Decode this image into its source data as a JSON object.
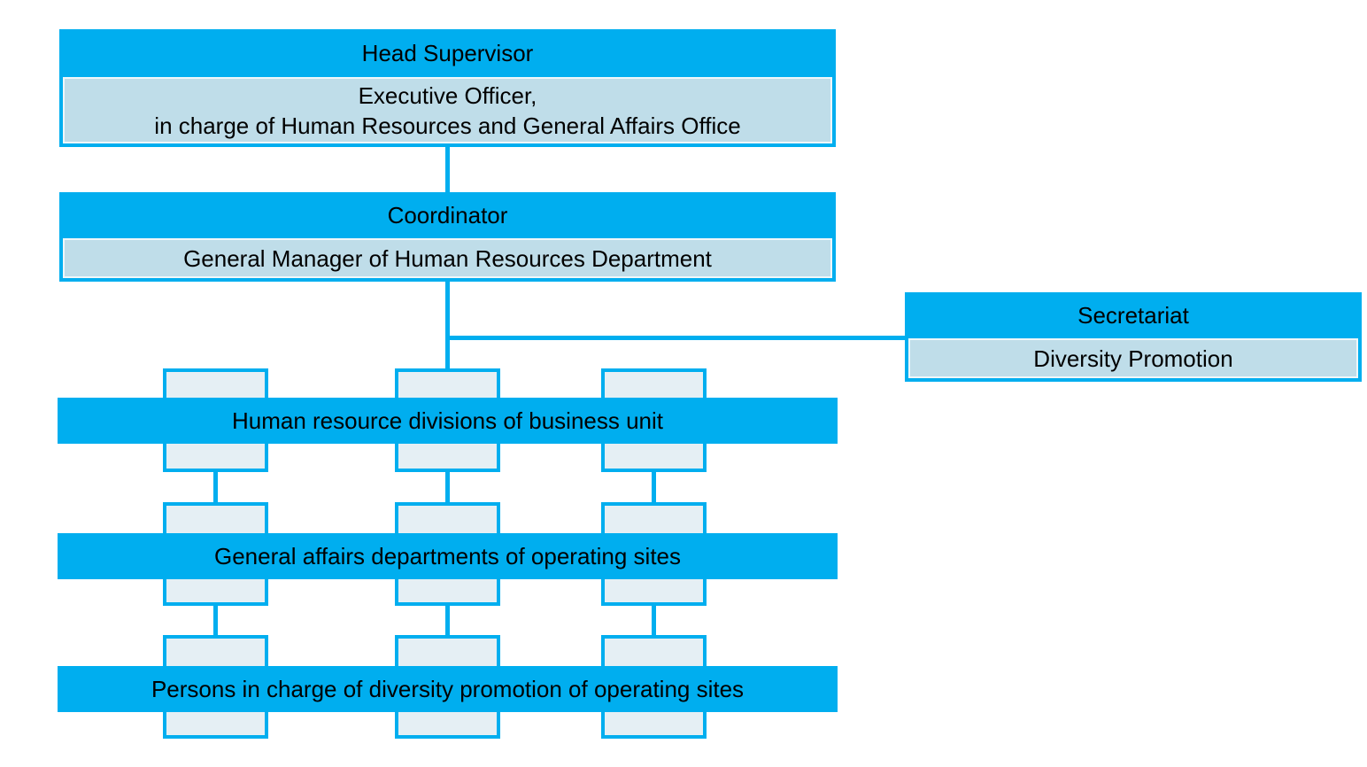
{
  "colors": {
    "accent_blue": "#00AEEF",
    "panel_blue": "#BFDDE9",
    "small_box_fill": "#E5EFF4",
    "text": "#000000",
    "background": "#FFFFFF"
  },
  "org_chart": {
    "head_supervisor": {
      "title": "Head Supervisor",
      "subtitle_line1": "Executive Officer,",
      "subtitle_line2": "in charge of Human Resources and General Affairs Office"
    },
    "coordinator": {
      "title": "Coordinator",
      "subtitle": "General Manager of Human Resources Department"
    },
    "secretariat": {
      "title": "Secretariat",
      "subtitle": "Diversity Promotion"
    },
    "levels": [
      {
        "label": "Human resource divisions of business unit"
      },
      {
        "label": "General affairs departments of operating sites"
      },
      {
        "label": "Persons in charge of diversity promotion of operating sites"
      }
    ]
  }
}
